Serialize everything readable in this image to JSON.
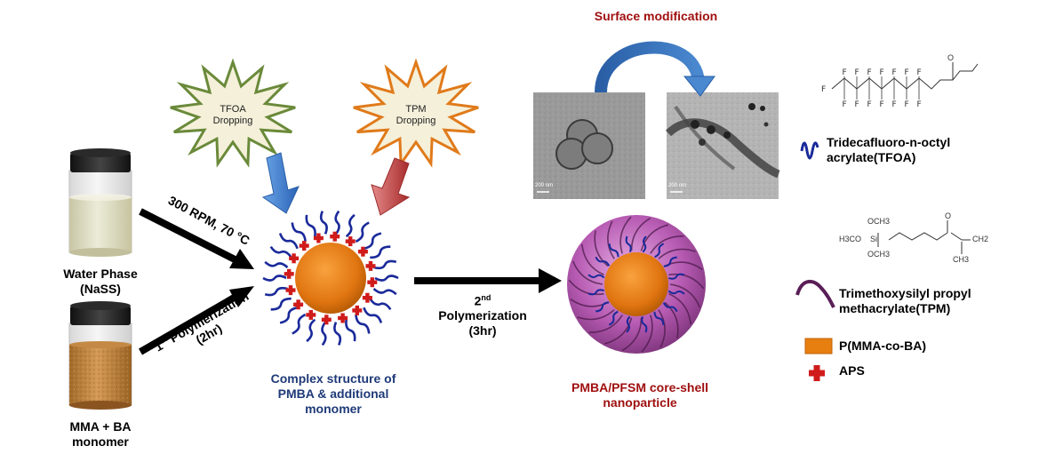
{
  "top_label": "Surface modification",
  "star_tfoa": {
    "line1": "TFOA",
    "line2": "Dropping"
  },
  "star_tpm": {
    "line1": "TPM",
    "line2": "Dropping"
  },
  "water_phase": {
    "line1": "Water Phase",
    "line2": "(NaSS)"
  },
  "monomer": {
    "line1": "MMA + BA",
    "line2": "monomer"
  },
  "arrow_upper": {
    "text": "300 RPM, 70 °C"
  },
  "arrow_lower": {
    "ord": "1",
    "sup": "st",
    "text": " Polymerization",
    "line2": "(2hr)"
  },
  "complex": {
    "line1": "Complex structure of",
    "line2": "PMBA & additional",
    "line3": "monomer"
  },
  "second_poly": {
    "ord": "2",
    "sup": "nd",
    "line1": "Polymerization",
    "line2": "(3hr)"
  },
  "core_shell": {
    "line1": "PMBA/PFSM core-shell",
    "line2": "nanoparticle"
  },
  "tem_scale_1": "200 nm",
  "tem_scale_2": "200 nm",
  "legend": {
    "tfoa_line1": "Tridecafluoro-n-octyl",
    "tfoa_line2": "acrylate(TFOA)",
    "tpm_line1": "Trimethoxysilyl propyl",
    "tpm_line2": "methacrylate(TPM)",
    "pmmaba": "P(MMA-co-BA)",
    "aps": "APS"
  },
  "chem_tfoa": {
    "f": "F",
    "o": "O"
  },
  "chem_tpm": {
    "h3co": "H3CO",
    "och3_top": "OCH3",
    "och3_bot": "OCH3",
    "si": "Si",
    "o": "O",
    "ch2": "CH2",
    "ch3": "CH3"
  },
  "colors": {
    "title_red": "#a01010",
    "complex_blue": "#1f3a78",
    "core_orange": "#e77f10",
    "aps_red": "#d01b1b",
    "tfoa_chain": "#1a2a9a",
    "tpm_chain": "#5a1e57",
    "shell_purple": "#9b3d9a",
    "star_green_border": "#6a8a3a",
    "star_orange_border": "#e07a1a",
    "star_fill": "#f5f0da",
    "arrow_blue": "#3a7ed0",
    "arrow_red": "#c04040"
  }
}
